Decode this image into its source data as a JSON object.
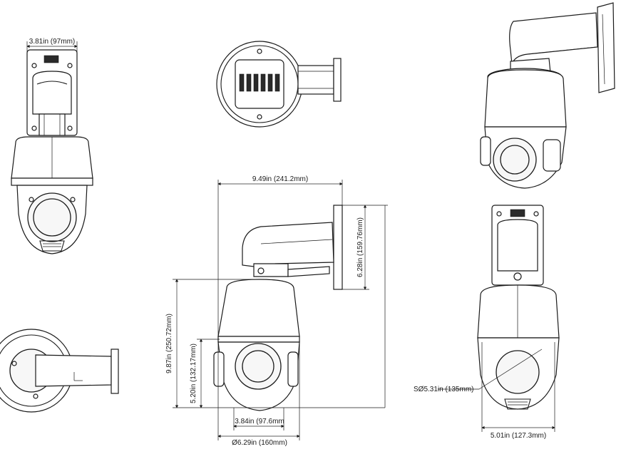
{
  "dimensions": {
    "top_width": "3.81in (97mm)",
    "total_width": "9.49in (241.2mm)",
    "bracket_height": "6.28in (159.76mm)",
    "total_height": "9.87in (250.72mm)",
    "lower_height": "5.20in (132.17mm)",
    "lens_width": "3.84in (97.6mm",
    "diameter": "Ø6.29in (160mm)",
    "sphere": "SØ5.31in (135mm)",
    "side_width": "5.01in (127.3mm)"
  }
}
